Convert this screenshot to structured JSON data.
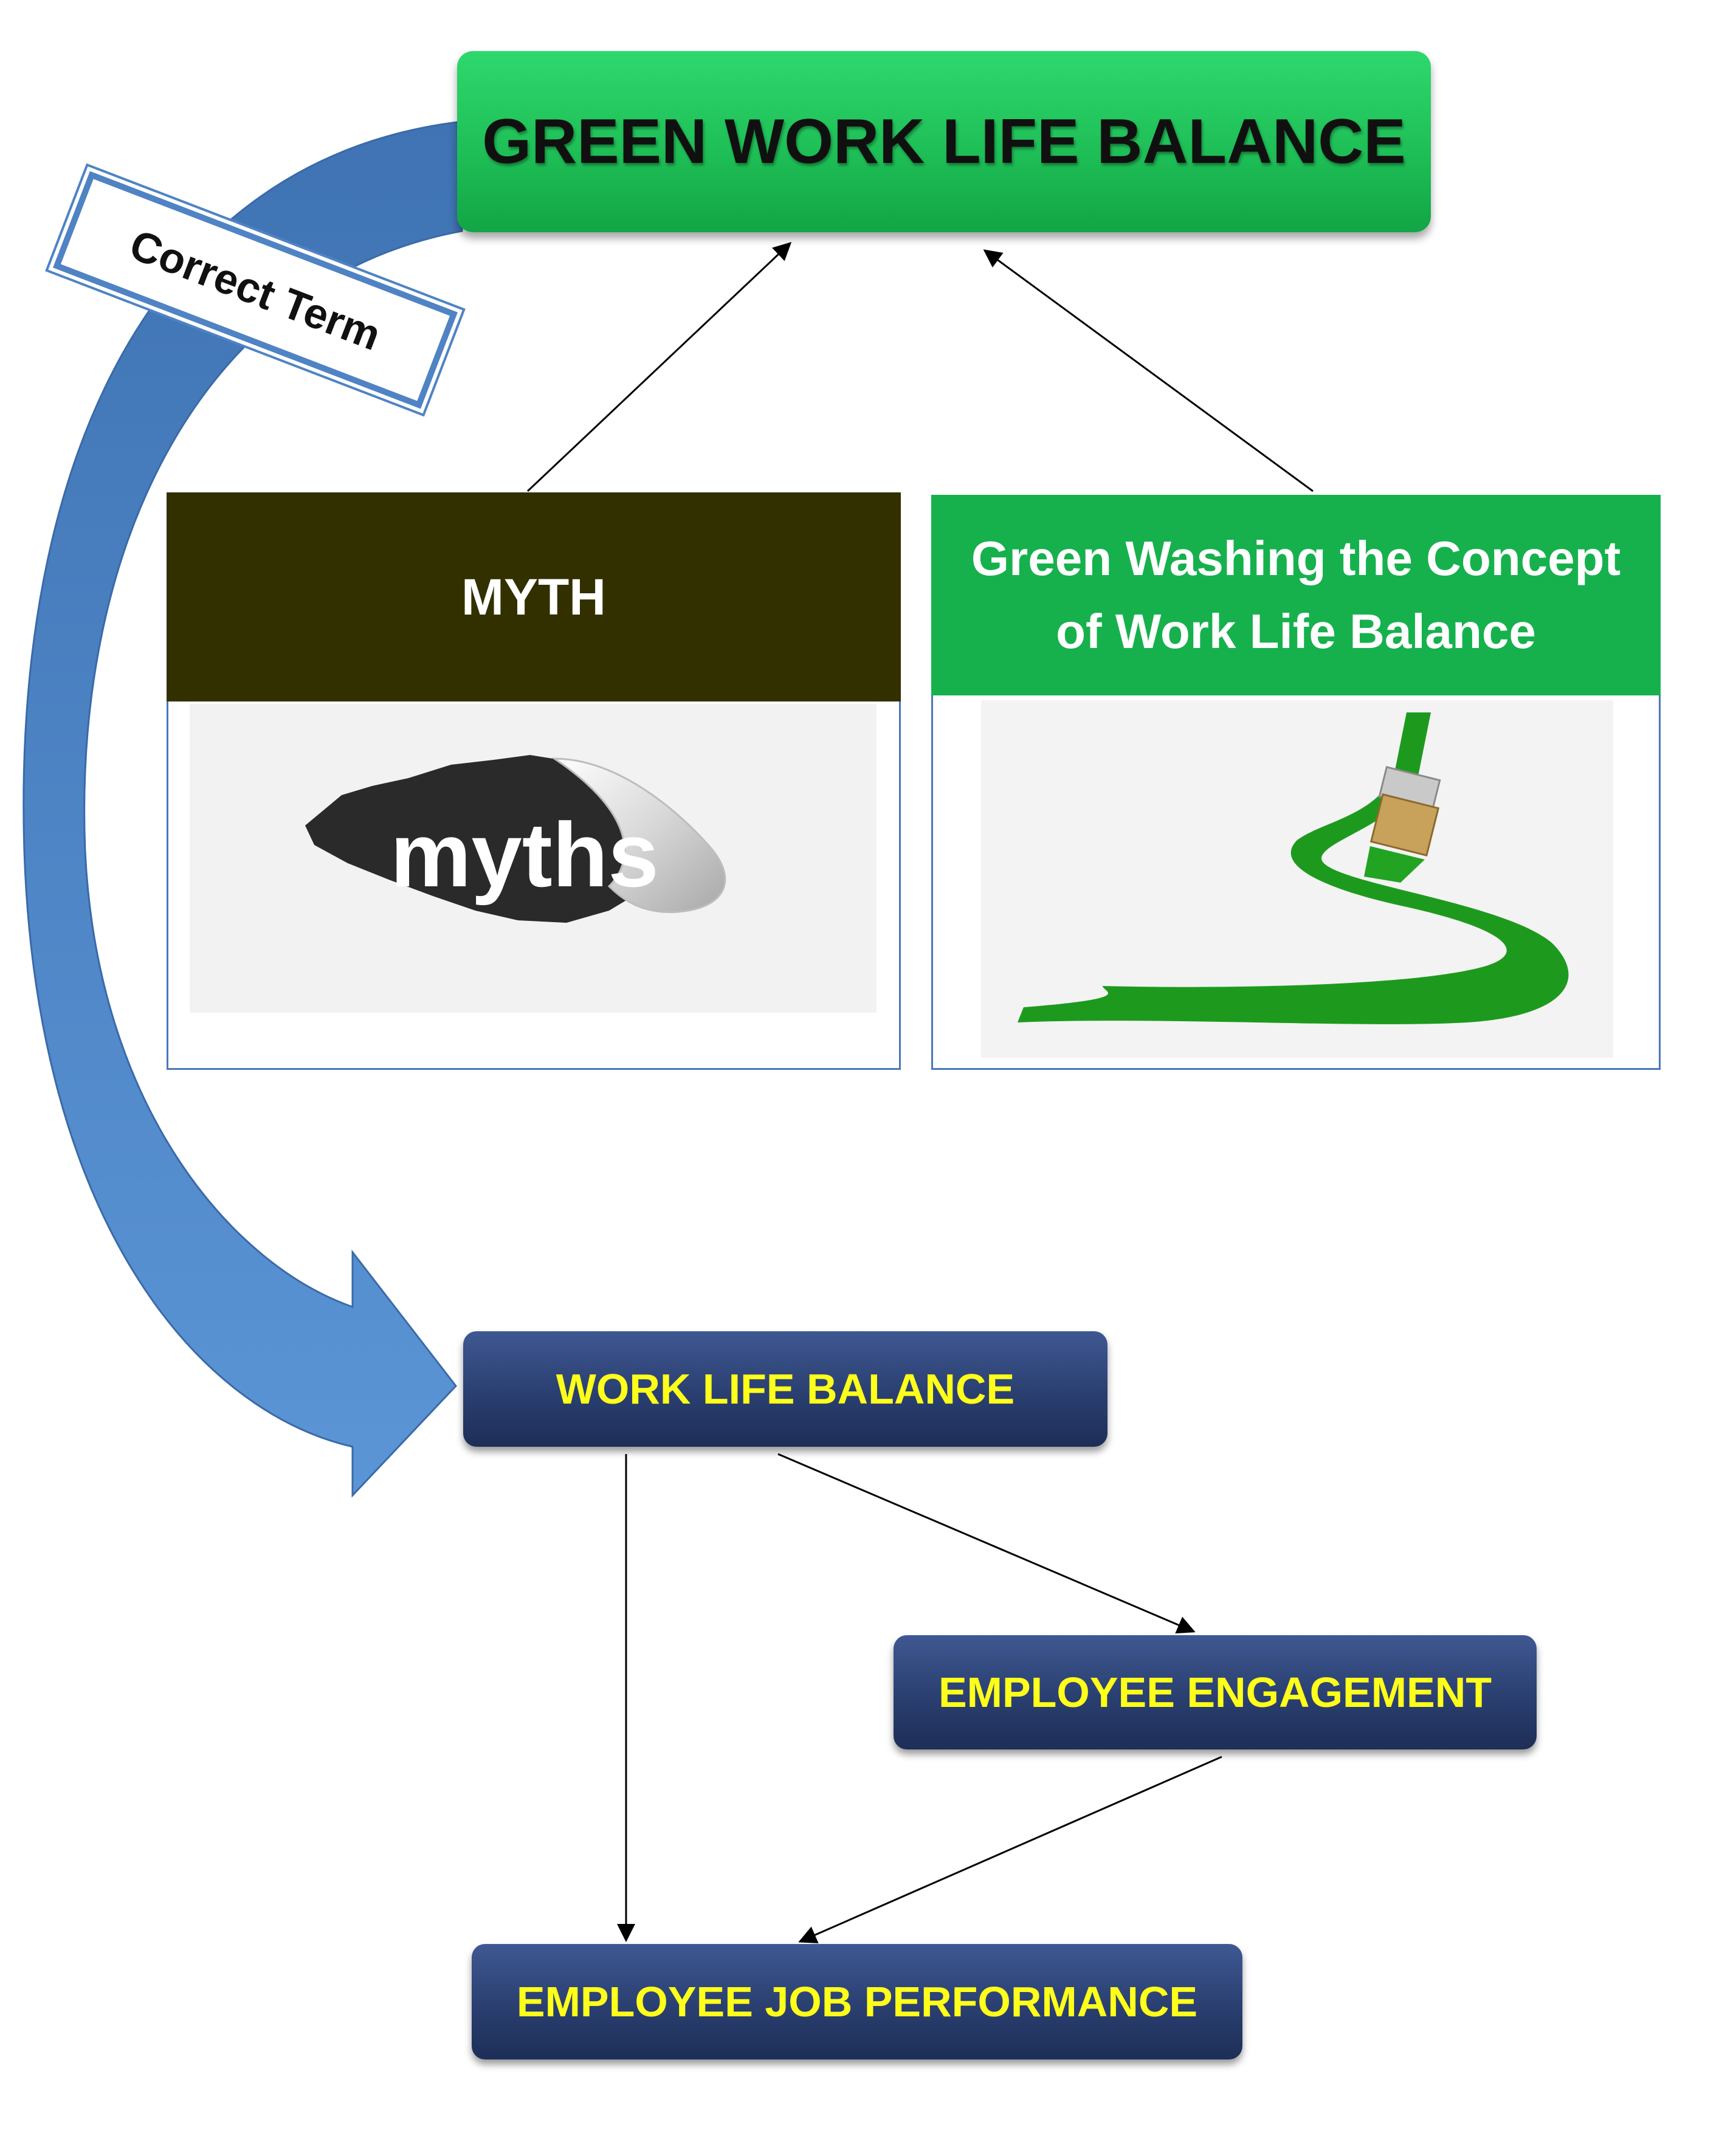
{
  "top_box": {
    "title": "GREEN WORK LIFE BALANCE"
  },
  "arrow_label": "Correct Term",
  "myth_panel": {
    "header": "MYTH",
    "image_text": "myths"
  },
  "greenwash_panel": {
    "header": "Green Washing the Concept of Work Life Balance"
  },
  "bottom_boxes": {
    "work_life_balance": "WORK LIFE BALANCE",
    "employee_engagement": "EMPLOYEE ENGAGEMENT",
    "employee_job_performance": "EMPLOYEE JOB PERFORMANCE"
  },
  "colors": {
    "green": "#1fbf57",
    "myth_header": "#333000",
    "navy": "#2a3f70",
    "navy_text": "#ffff1a",
    "curved_arrow": "#4f83c4",
    "paint_green": "#1a9a1a"
  }
}
